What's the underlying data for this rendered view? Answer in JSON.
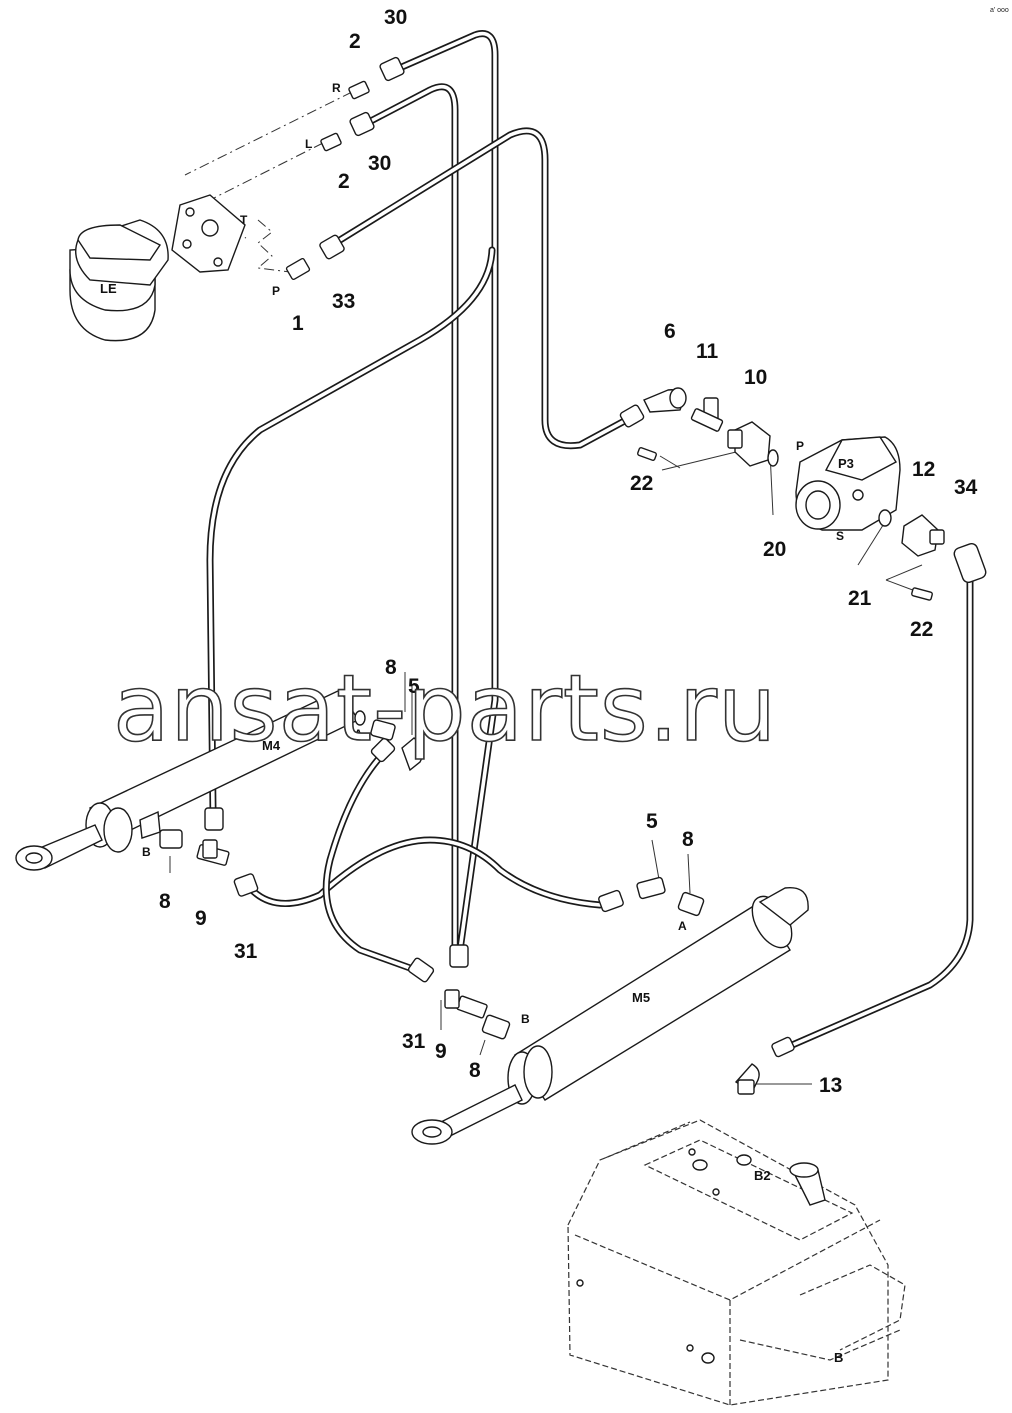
{
  "corner_mark": "a’ ooo",
  "watermark": "ansat-parts.ru",
  "components": {
    "steering_unit": "LE",
    "pump": "P3",
    "cylinder_left": "M4",
    "cylinder_right": "M5",
    "tank_port": "B2",
    "tank": "B"
  },
  "ports": {
    "R": "R",
    "L": "L",
    "T": "T",
    "P": "P",
    "pump_p": "P",
    "pump_s": "S",
    "m4_a": "A",
    "m4_b": "B",
    "m5_a": "A",
    "m5_b": "B"
  },
  "callouts": {
    "c30_top": "30",
    "c2_top": "2",
    "c30_mid": "30",
    "c2_mid": "2",
    "c33": "33",
    "c1": "1",
    "c6": "6",
    "c11": "11",
    "c10": "10",
    "c22_a": "22",
    "c20": "20",
    "c12": "12",
    "c34": "34",
    "c21": "21",
    "c22_b": "22",
    "c8_top": "8",
    "c5_top": "5",
    "c5_right": "5",
    "c8_right": "8",
    "c8_left": "8",
    "c9_left": "9",
    "c31_left": "31",
    "c31_bottom": "31",
    "c9_bottom": "9",
    "c8_bottom": "8",
    "c13": "13"
  }
}
